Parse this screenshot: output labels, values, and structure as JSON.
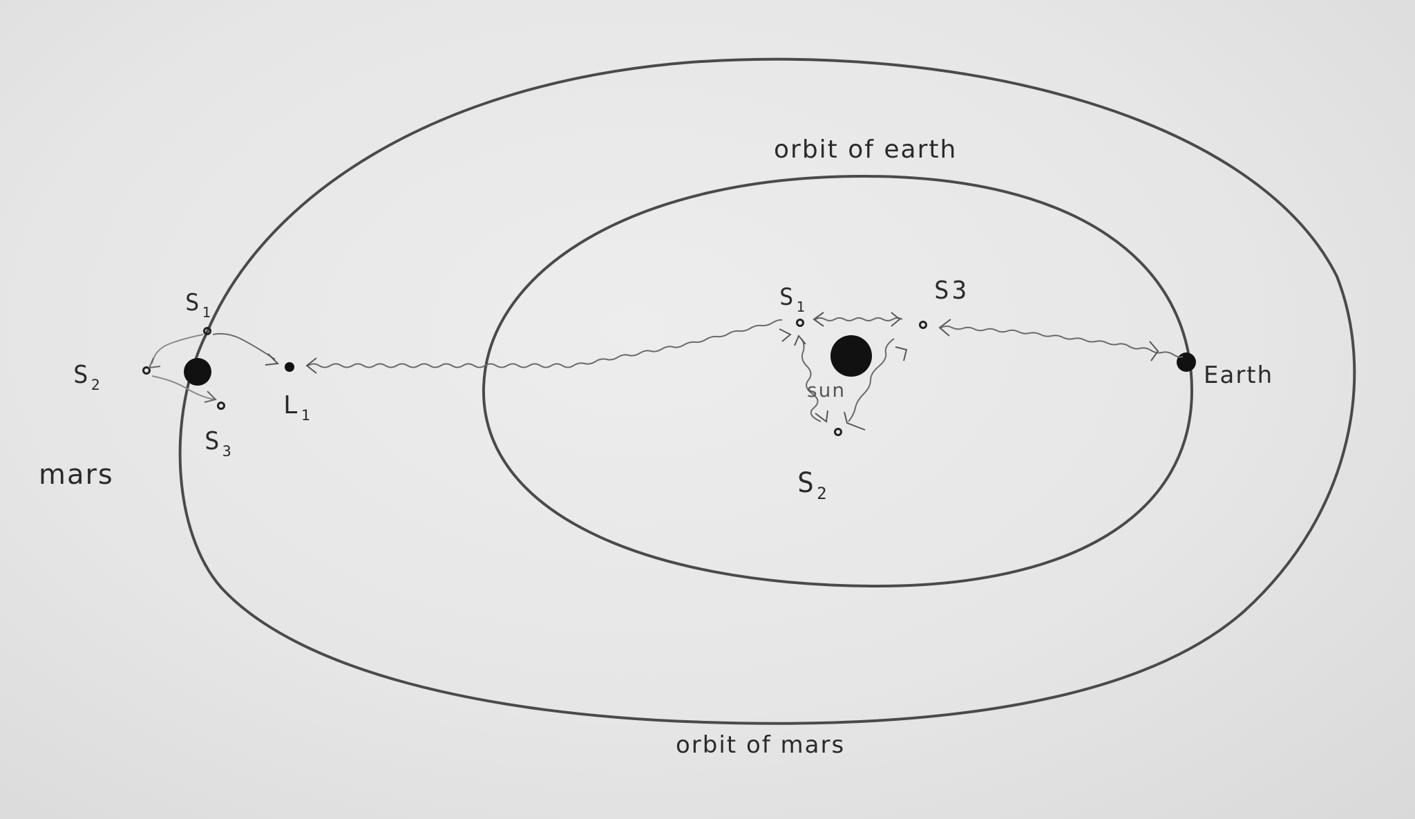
{
  "labels": {
    "orbit_earth": "orbit of earth",
    "orbit_mars": "orbit of mars",
    "earth": "Earth",
    "mars": "mars",
    "sun": "sun",
    "l1": "L",
    "l1_sub": "1",
    "sun_s1": "S",
    "sun_s1_sub": "1",
    "sun_s2": "S",
    "sun_s2_sub": "2",
    "sun_s3": "S3",
    "mars_s1": "S",
    "mars_s1_sub": "1",
    "mars_s2": "S",
    "mars_s2_sub": "2",
    "mars_s3": "S",
    "mars_s3_sub": "3"
  },
  "colors": {
    "paper": "#e6e6e6",
    "pencil": "#4a4a4a",
    "pencil_light": "#8a8a8a",
    "body_fill": "#111111"
  }
}
